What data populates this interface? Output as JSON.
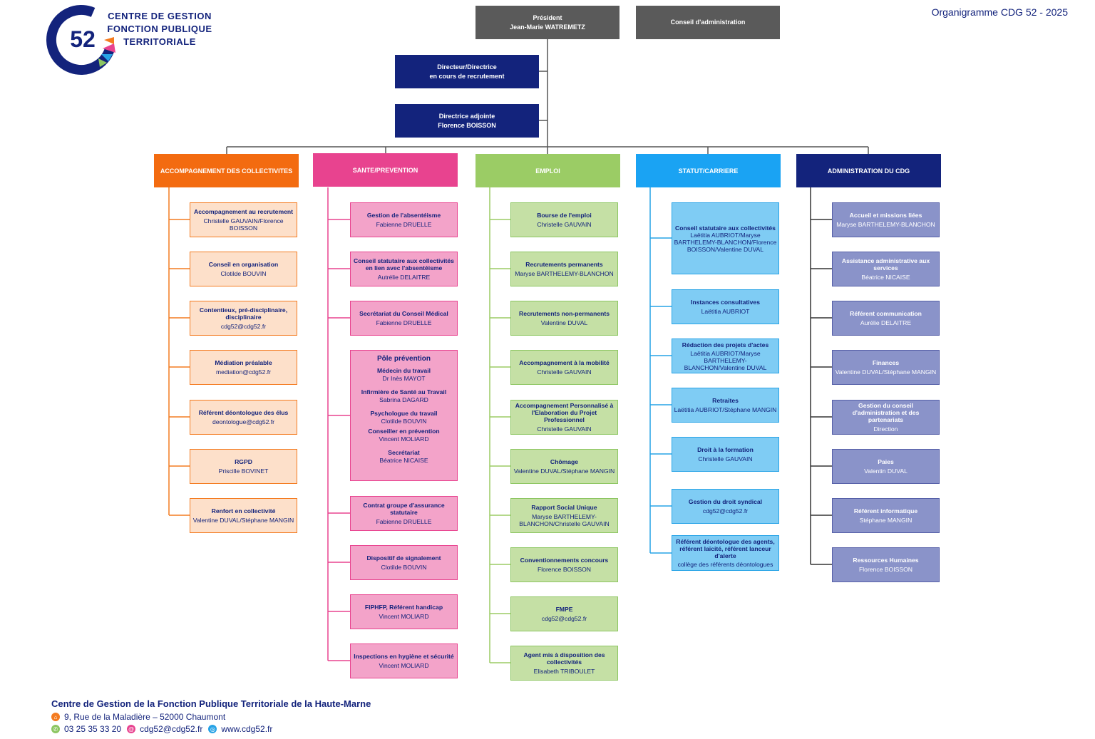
{
  "header": {
    "title": "Organigramme CDG 52 - 2025",
    "logo": {
      "number": "52",
      "line1": "CENTRE DE GESTION",
      "line2": "FONCTION PUBLIQUE",
      "line3": "TERRITORIALE"
    }
  },
  "top": {
    "president": {
      "title": "Président",
      "name": "Jean-Marie WATREMETZ"
    },
    "conseil": {
      "title": "Conseil d'administration"
    },
    "directeur": {
      "title": "Directeur/Directrice",
      "name": "en cours de recrutement"
    },
    "adjointe": {
      "title": "Directrice adjointe",
      "name": "Florence BOISSON"
    }
  },
  "columns": [
    {
      "header": "ACCOMPAGNEMENT DES COLLECTIVITES",
      "color": "#f36b10",
      "items": [
        {
          "title": "Accompagnement au recrutement",
          "person": "Christelle GAUVAIN/Florence BOISSON"
        },
        {
          "title": "Conseil en organisation",
          "person": "Clotilde BOUVIN"
        },
        {
          "title": "Contentieux, pré-disciplinaire, disciplinaire",
          "person": "cdg52@cdg52.fr"
        },
        {
          "title": "Médiation préalable",
          "person": "mediation@cdg52.fr"
        },
        {
          "title": "Référent déontologue des élus",
          "person": "deontologue@cdg52.fr"
        },
        {
          "title": "RGPD",
          "person": "Priscille BOVINET"
        },
        {
          "title": "Renfort en collectivité",
          "person": "Valentine DUVAL/Stéphane MANGIN"
        }
      ]
    },
    {
      "header": "SANTE/PREVENTION",
      "color": "#e8438f",
      "items": [
        {
          "title": "Gestion de l'absentéisme",
          "person": "Fabienne DRUELLE"
        },
        {
          "title": "Conseil statutaire aux collectivités en lien avec l'absentéisme",
          "person": "Autrélie DELAITRE"
        },
        {
          "title": "Secrétariat du Conseil Médical",
          "person": "Fabienne DRUELLE"
        },
        {
          "title": "Contrat groupe d'assurance statutaire",
          "person": "Fabienne DRUELLE"
        },
        {
          "title": "Dispositif de signalement",
          "person": "Clotilde BOUVIN"
        },
        {
          "title": "FIPHFP, Référent handicap",
          "person": "Vincent MOLIARD"
        },
        {
          "title": "Inspections en hygiène et sécurité",
          "person": "Vincent MOLIARD"
        }
      ],
      "pole": {
        "title": "Pôle prévention",
        "items": [
          {
            "title": "Médecin du travail",
            "person": "Dr Inès  MAYOT"
          },
          {
            "title": "Infirmière de Santé au Travail",
            "person": "Sabrina DAGARD"
          },
          {
            "title": "Psychologue du travail",
            "person": "Clotilde BOUVIN"
          },
          {
            "title": "Conseiller en prévention",
            "person": "Vincent MOLIARD"
          },
          {
            "title": "Secrétariat",
            "person": "Béatrice NICAISE"
          }
        ]
      }
    },
    {
      "header": "EMPLOI",
      "color": "#9bcc65",
      "items": [
        {
          "title": "Bourse de l'emploi",
          "person": "Christelle GAUVAIN"
        },
        {
          "title": "Recrutements permanents",
          "person": "Maryse BARTHELEMY-BLANCHON"
        },
        {
          "title": "Recrutements non-permanents",
          "person": "Valentine DUVAL"
        },
        {
          "title": "Accompagnement à la mobilité",
          "person": "Christelle GAUVAIN"
        },
        {
          "title": "Accompagnement Personnalisé à l'Elaboration du Projet Professionnel",
          "person": "Christelle GAUVAIN"
        },
        {
          "title": "Chômage",
          "person": "Valentine DUVAL/Stéphane MANGIN"
        },
        {
          "title": "Rapport Social Unique",
          "person": "Maryse BARTHELEMY-BLANCHON/Christelle GAUVAIN"
        },
        {
          "title": "Conventionnements concours",
          "person": "Florence BOISSON"
        },
        {
          "title": "FMPE",
          "person": "cdg52@cdg52.fr"
        },
        {
          "title": "Agent mis à disposition des collectivités",
          "person": "Elisabeth TRIBOULET"
        }
      ]
    },
    {
      "header": "STATUT/CARRIERE",
      "color": "#1aa3f3",
      "items": [
        {
          "title": "Conseil statutaire aux collectivités",
          "person": "Laëtitia AUBRIOT/Maryse BARTHELEMY-BLANCHON/Florence BOISSON/Valentine DUVAL"
        },
        {
          "title": "Instances consultatives",
          "person": "Laëtitia AUBRIOT"
        },
        {
          "title": "Rédaction des projets d'actes",
          "person": "Laëtitia AUBRIOT/Maryse BARTHELEMY-BLANCHON/Valentine DUVAL"
        },
        {
          "title": "Retraites",
          "person": "Laëtitia AUBRIOT/Stéphane MANGIN"
        },
        {
          "title": "Droit à la formation",
          "person": "Christelle GAUVAIN"
        },
        {
          "title": "Gestion du droit syndical",
          "person": "cdg52@cdg52.fr"
        },
        {
          "title": "Référent déontologue des agents, référent laïcité, référent lanceur d'alerte",
          "person": "collège des référents déontologues"
        }
      ]
    },
    {
      "header": "ADMINISTRATION DU CDG",
      "color": "#13237c",
      "items": [
        {
          "title": "Accueil et missions liées",
          "person": "Maryse BARTHELEMY-BLANCHON"
        },
        {
          "title": "Assistance administrative aux services",
          "person": "Béatrice NICAISE"
        },
        {
          "title": "Référent communication",
          "person": "Aurélie DELAITRE"
        },
        {
          "title": "Finances",
          "person": "Valentine DUVAL/Stéphane MANGIN"
        },
        {
          "title": "Gestion du conseil d'administration et des partenariats",
          "person": "Direction"
        },
        {
          "title": "Paies",
          "person": "Valentin DUVAL"
        },
        {
          "title": "Référent informatique",
          "person": "Stéphane MANGIN"
        },
        {
          "title": "Ressources Humaines",
          "person": "Florence BOISSON"
        }
      ]
    }
  ],
  "footer": {
    "org": "Centre de Gestion de la Fonction Publique Territoriale de la Haute-Marne",
    "address": "9, Rue de la Maladière – 52000 Chaumont",
    "phone": "03 25 35 33 20",
    "email": "cdg52@cdg52.fr",
    "website": "www.cdg52.fr"
  }
}
